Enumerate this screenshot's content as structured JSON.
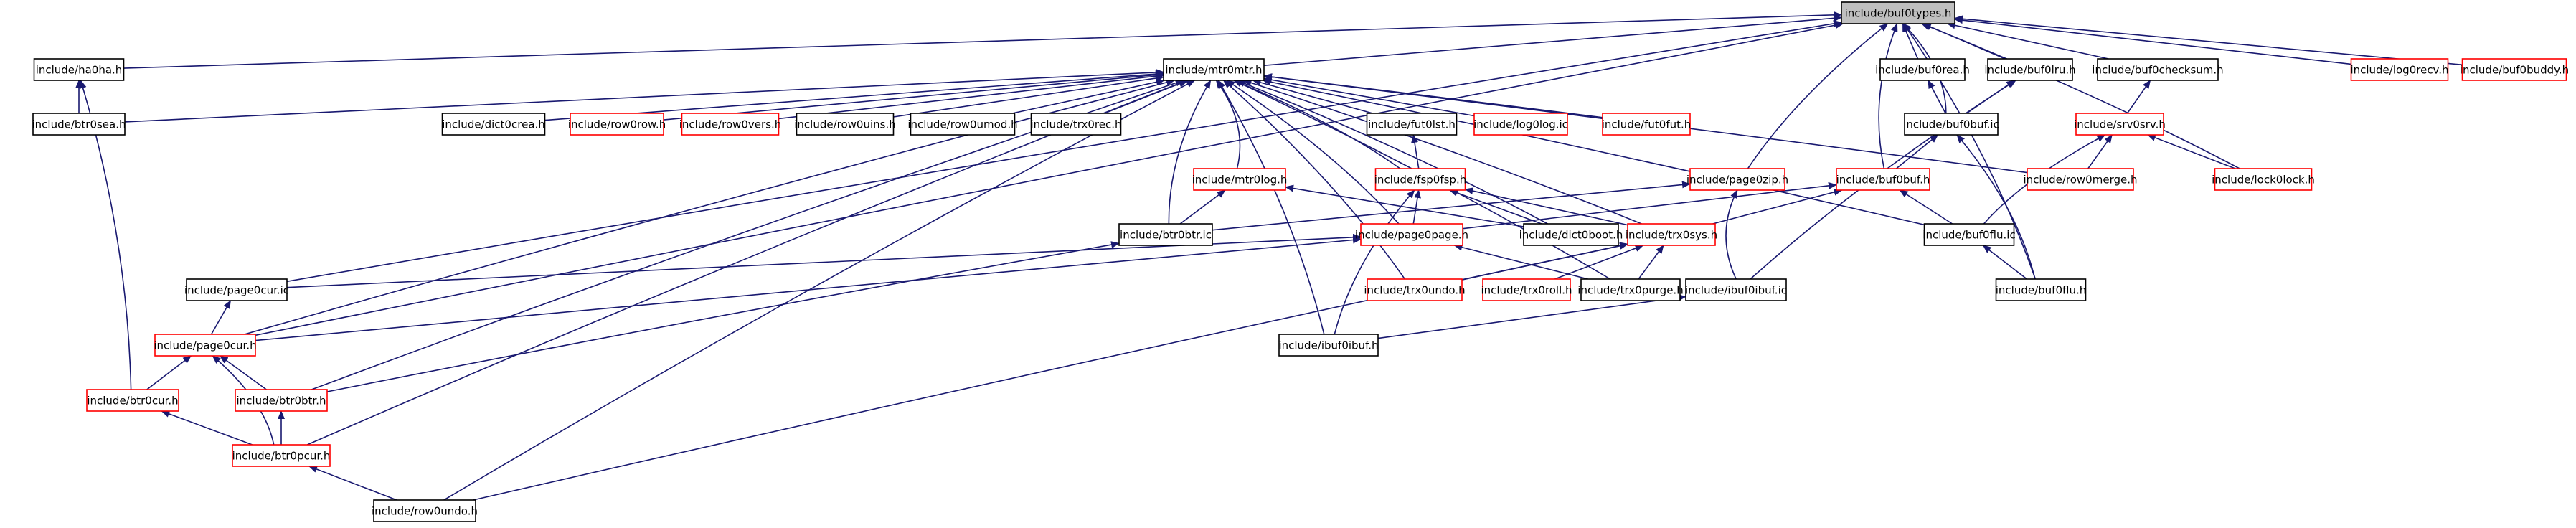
{
  "graph": {
    "nodes": [
      {
        "id": "buf0types",
        "label": "include/buf0types.h",
        "style": "root"
      },
      {
        "id": "ha0ha",
        "label": "include/ha0ha.h",
        "style": "black"
      },
      {
        "id": "mtr0mtr",
        "label": "include/mtr0mtr.h",
        "style": "black"
      },
      {
        "id": "buf0rea",
        "label": "include/buf0rea.h",
        "style": "black"
      },
      {
        "id": "buf0lru",
        "label": "include/buf0lru.h",
        "style": "black"
      },
      {
        "id": "buf0checksum",
        "label": "include/buf0checksum.h",
        "style": "black"
      },
      {
        "id": "log0recv",
        "label": "include/log0recv.h",
        "style": "red"
      },
      {
        "id": "buf0buddy",
        "label": "include/buf0buddy.h",
        "style": "red"
      },
      {
        "id": "btr0sea",
        "label": "include/btr0sea.h",
        "style": "black"
      },
      {
        "id": "dict0crea",
        "label": "include/dict0crea.h",
        "style": "black"
      },
      {
        "id": "row0row",
        "label": "include/row0row.h",
        "style": "red"
      },
      {
        "id": "row0vers",
        "label": "include/row0vers.h",
        "style": "red"
      },
      {
        "id": "row0uins",
        "label": "include/row0uins.h",
        "style": "black"
      },
      {
        "id": "row0umod",
        "label": "include/row0umod.h",
        "style": "black"
      },
      {
        "id": "trx0rec",
        "label": "include/trx0rec.h",
        "style": "black"
      },
      {
        "id": "fut0lst",
        "label": "include/fut0lst.h",
        "style": "black"
      },
      {
        "id": "log0log_ic",
        "label": "include/log0log.ic",
        "style": "red"
      },
      {
        "id": "fut0fut",
        "label": "include/fut0fut.h",
        "style": "red"
      },
      {
        "id": "buf0buf_ic",
        "label": "include/buf0buf.ic",
        "style": "black"
      },
      {
        "id": "srv0srv",
        "label": "include/srv0srv.h",
        "style": "red"
      },
      {
        "id": "mtr0log",
        "label": "include/mtr0log.h",
        "style": "red"
      },
      {
        "id": "fsp0fsp",
        "label": "include/fsp0fsp.h",
        "style": "red"
      },
      {
        "id": "page0zip",
        "label": "include/page0zip.h",
        "style": "red"
      },
      {
        "id": "buf0buf",
        "label": "include/buf0buf.h",
        "style": "red"
      },
      {
        "id": "row0merge",
        "label": "include/row0merge.h",
        "style": "red"
      },
      {
        "id": "lock0lock",
        "label": "include/lock0lock.h",
        "style": "red"
      },
      {
        "id": "btr0btr_ic",
        "label": "include/btr0btr.ic",
        "style": "black"
      },
      {
        "id": "page0page",
        "label": "include/page0page.h",
        "style": "red"
      },
      {
        "id": "dict0boot",
        "label": "include/dict0boot.h",
        "style": "black"
      },
      {
        "id": "trx0sys",
        "label": "include/trx0sys.h",
        "style": "red"
      },
      {
        "id": "buf0flu_ic",
        "label": "include/buf0flu.ic",
        "style": "black"
      },
      {
        "id": "page0cur_ic",
        "label": "include/page0cur.ic",
        "style": "black"
      },
      {
        "id": "trx0undo",
        "label": "include/trx0undo.h",
        "style": "red"
      },
      {
        "id": "trx0roll",
        "label": "include/trx0roll.h",
        "style": "red"
      },
      {
        "id": "trx0purge",
        "label": "include/trx0purge.h",
        "style": "black"
      },
      {
        "id": "ibuf0ibuf_ic",
        "label": "include/ibuf0ibuf.ic",
        "style": "black"
      },
      {
        "id": "buf0flu",
        "label": "include/buf0flu.h",
        "style": "black"
      },
      {
        "id": "page0cur",
        "label": "include/page0cur.h",
        "style": "red"
      },
      {
        "id": "ibuf0ibuf",
        "label": "include/ibuf0ibuf.h",
        "style": "black"
      },
      {
        "id": "btr0cur",
        "label": "include/btr0cur.h",
        "style": "red"
      },
      {
        "id": "btr0btr",
        "label": "include/btr0btr.h",
        "style": "red"
      },
      {
        "id": "btr0pcur",
        "label": "include/btr0pcur.h",
        "style": "red"
      },
      {
        "id": "row0undo",
        "label": "include/row0undo.h",
        "style": "black"
      }
    ],
    "edges": [
      {
        "from": "ha0ha",
        "to": "buf0types"
      },
      {
        "from": "mtr0mtr",
        "to": "buf0types"
      },
      {
        "from": "buf0rea",
        "to": "buf0types"
      },
      {
        "from": "buf0lru",
        "to": "buf0types"
      },
      {
        "from": "buf0checksum",
        "to": "buf0types"
      },
      {
        "from": "log0recv",
        "to": "buf0types"
      },
      {
        "from": "buf0buddy",
        "to": "buf0types"
      },
      {
        "from": "buf0buf_ic",
        "to": "buf0types"
      },
      {
        "from": "page0zip",
        "to": "buf0types"
      },
      {
        "from": "buf0buf",
        "to": "buf0types"
      },
      {
        "from": "lock0lock",
        "to": "buf0types"
      },
      {
        "from": "buf0flu",
        "to": "buf0types"
      },
      {
        "from": "page0cur_ic",
        "to": "buf0types"
      },
      {
        "from": "page0cur",
        "to": "buf0types"
      },
      {
        "from": "btr0sea",
        "to": "ha0ha"
      },
      {
        "from": "btr0cur",
        "to": "ha0ha"
      },
      {
        "from": "btr0sea",
        "to": "mtr0mtr"
      },
      {
        "from": "dict0crea",
        "to": "mtr0mtr"
      },
      {
        "from": "row0row",
        "to": "mtr0mtr"
      },
      {
        "from": "row0vers",
        "to": "mtr0mtr"
      },
      {
        "from": "row0uins",
        "to": "mtr0mtr"
      },
      {
        "from": "row0umod",
        "to": "mtr0mtr"
      },
      {
        "from": "trx0rec",
        "to": "mtr0mtr"
      },
      {
        "from": "fut0lst",
        "to": "mtr0mtr"
      },
      {
        "from": "log0log_ic",
        "to": "mtr0mtr"
      },
      {
        "from": "fut0fut",
        "to": "mtr0mtr"
      },
      {
        "from": "mtr0log",
        "to": "mtr0mtr"
      },
      {
        "from": "fsp0fsp",
        "to": "mtr0mtr"
      },
      {
        "from": "btr0btr_ic",
        "to": "mtr0mtr"
      },
      {
        "from": "page0page",
        "to": "mtr0mtr"
      },
      {
        "from": "dict0boot",
        "to": "mtr0mtr"
      },
      {
        "from": "trx0sys",
        "to": "mtr0mtr"
      },
      {
        "from": "trx0undo",
        "to": "mtr0mtr"
      },
      {
        "from": "trx0purge",
        "to": "mtr0mtr"
      },
      {
        "from": "ibuf0ibuf",
        "to": "mtr0mtr"
      },
      {
        "from": "page0cur",
        "to": "mtr0mtr"
      },
      {
        "from": "btr0btr",
        "to": "mtr0mtr"
      },
      {
        "from": "btr0pcur",
        "to": "mtr0mtr"
      },
      {
        "from": "row0undo",
        "to": "mtr0mtr"
      },
      {
        "from": "buf0flu_ic",
        "to": "mtr0mtr"
      },
      {
        "from": "row0merge",
        "to": "mtr0mtr"
      },
      {
        "from": "fsp0fsp",
        "to": "fut0lst"
      },
      {
        "from": "buf0buf_ic",
        "to": "buf0rea"
      },
      {
        "from": "buf0buf_ic",
        "to": "buf0lru"
      },
      {
        "from": "ibuf0ibuf_ic",
        "to": "buf0lru"
      },
      {
        "from": "srv0srv",
        "to": "buf0checksum"
      },
      {
        "from": "buf0buf",
        "to": "buf0buf_ic"
      },
      {
        "from": "buf0flu",
        "to": "buf0buf_ic"
      },
      {
        "from": "row0merge",
        "to": "srv0srv"
      },
      {
        "from": "lock0lock",
        "to": "srv0srv"
      },
      {
        "from": "buf0flu_ic",
        "to": "srv0srv"
      },
      {
        "from": "btr0btr_ic",
        "to": "mtr0log"
      },
      {
        "from": "dict0boot",
        "to": "mtr0log"
      },
      {
        "from": "page0page",
        "to": "fsp0fsp"
      },
      {
        "from": "dict0boot",
        "to": "fsp0fsp"
      },
      {
        "from": "trx0sys",
        "to": "fsp0fsp"
      },
      {
        "from": "ibuf0ibuf",
        "to": "fsp0fsp"
      },
      {
        "from": "btr0btr_ic",
        "to": "page0zip"
      },
      {
        "from": "ibuf0ibuf_ic",
        "to": "page0zip"
      },
      {
        "from": "page0page",
        "to": "buf0buf"
      },
      {
        "from": "trx0sys",
        "to": "buf0buf"
      },
      {
        "from": "buf0flu_ic",
        "to": "buf0buf"
      },
      {
        "from": "page0cur_ic",
        "to": "page0page"
      },
      {
        "from": "page0cur",
        "to": "page0page"
      },
      {
        "from": "trx0purge",
        "to": "page0page"
      },
      {
        "from": "trx0undo",
        "to": "trx0sys"
      },
      {
        "from": "trx0roll",
        "to": "trx0sys"
      },
      {
        "from": "trx0purge",
        "to": "trx0sys"
      },
      {
        "from": "row0undo",
        "to": "trx0sys"
      },
      {
        "from": "buf0flu",
        "to": "buf0flu_ic"
      },
      {
        "from": "page0cur",
        "to": "page0cur_ic"
      },
      {
        "from": "btr0btr",
        "to": "btr0btr_ic"
      },
      {
        "from": "ibuf0ibuf",
        "to": "ibuf0ibuf_ic"
      },
      {
        "from": "btr0cur",
        "to": "page0cur"
      },
      {
        "from": "btr0btr",
        "to": "page0cur"
      },
      {
        "from": "btr0pcur",
        "to": "page0cur"
      },
      {
        "from": "btr0pcur",
        "to": "btr0cur"
      },
      {
        "from": "btr0pcur",
        "to": "btr0btr"
      },
      {
        "from": "row0undo",
        "to": "btr0pcur"
      }
    ]
  }
}
